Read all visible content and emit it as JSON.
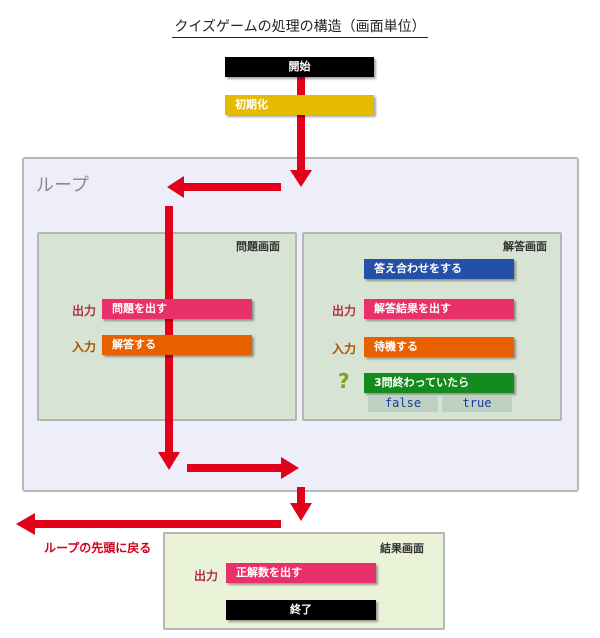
{
  "title": "クイズゲームの処理の構造（画面単位）",
  "start": "開始",
  "init": "初期化",
  "loop_label": "ループ",
  "question_screen": {
    "title": "問題画面",
    "output_label": "出力",
    "output_action": "問題を出す",
    "input_label": "入力",
    "input_action": "解答する"
  },
  "answer_screen": {
    "title": "解答画面",
    "check": "答え合わせをする",
    "output_label": "出力",
    "output_action": "解答結果を出す",
    "input_label": "入力",
    "input_action": "待機する",
    "condition_mark": "?",
    "condition": "3問終わっていたら",
    "false_label": "false",
    "true_label": "true"
  },
  "loop_back_note": "ループの先頭に戻る",
  "result_screen": {
    "title": "結果画面",
    "output_label": "出力",
    "output_action": "正解数を出す"
  },
  "end": "終了",
  "colors": {
    "arrow": "#e2001a",
    "black_bar": "#000000",
    "init_bar": "#e5bb00",
    "output_bar": "#e8306a",
    "input_bar": "#e86000",
    "check_bar": "#2450a8",
    "condition_bar": "#158a1e"
  }
}
